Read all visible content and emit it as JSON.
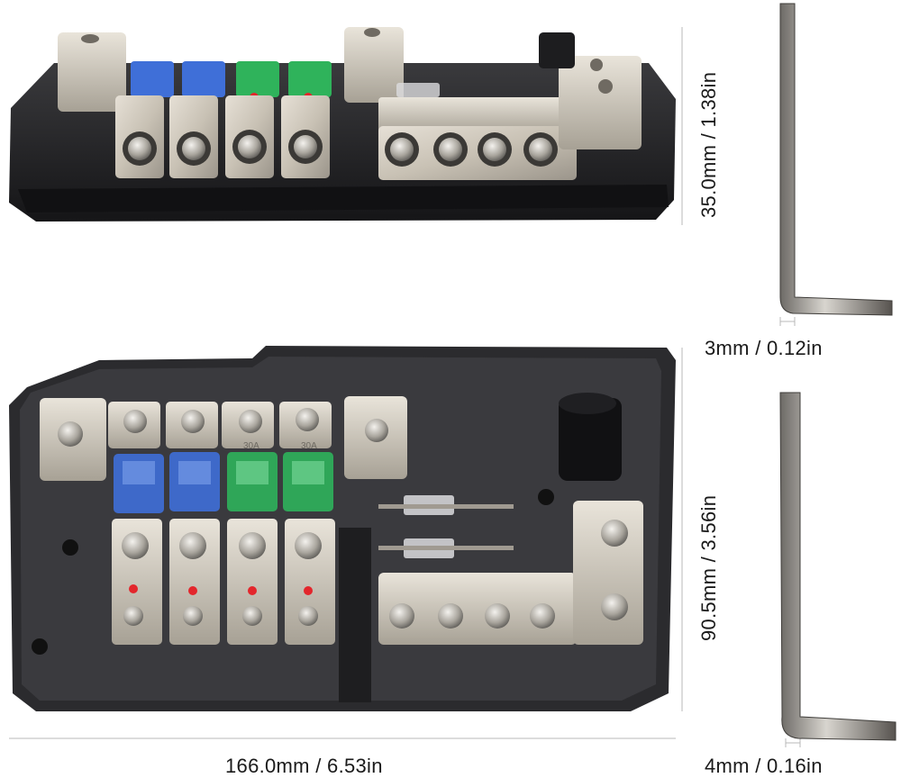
{
  "dimensions": {
    "height_top": "35.0mm / 1.38in",
    "height_bottom": "90.5mm / 3.56in",
    "length": "166.0mm / 6.53in",
    "wrench_small": "3mm / 0.12in",
    "wrench_large": "4mm / 0.16in"
  },
  "fuse_labels": {
    "fuse3": "30A",
    "fuse4": "30A"
  },
  "colors": {
    "housing": "#2a2a2c",
    "metal": "#cfc8bb",
    "fuse_blue": "#3f6fd8",
    "fuse_green": "#2fb35b",
    "led_red": "#e3262c"
  }
}
